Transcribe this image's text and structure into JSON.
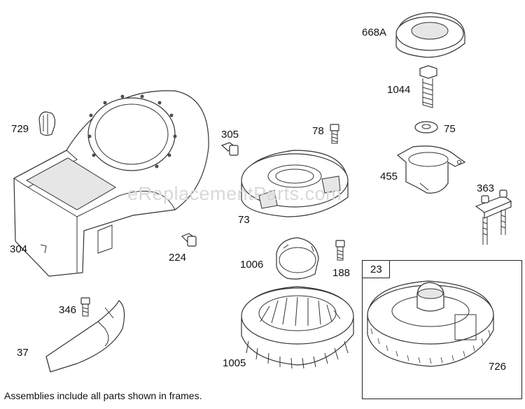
{
  "watermark": "eReplacementParts.com",
  "footnote": "Assemblies include all parts shown in frames.",
  "frame": {
    "label": "23"
  },
  "parts": {
    "p668A": "668A",
    "p1044": "1044",
    "p729": "729",
    "p305": "305",
    "p78": "78",
    "p75": "75",
    "p455": "455",
    "p363": "363",
    "p73": "73",
    "p304": "304",
    "p224": "224",
    "p1006": "1006",
    "p188": "188",
    "p346": "346",
    "p37": "37",
    "p1005": "1005",
    "p726": "726"
  }
}
